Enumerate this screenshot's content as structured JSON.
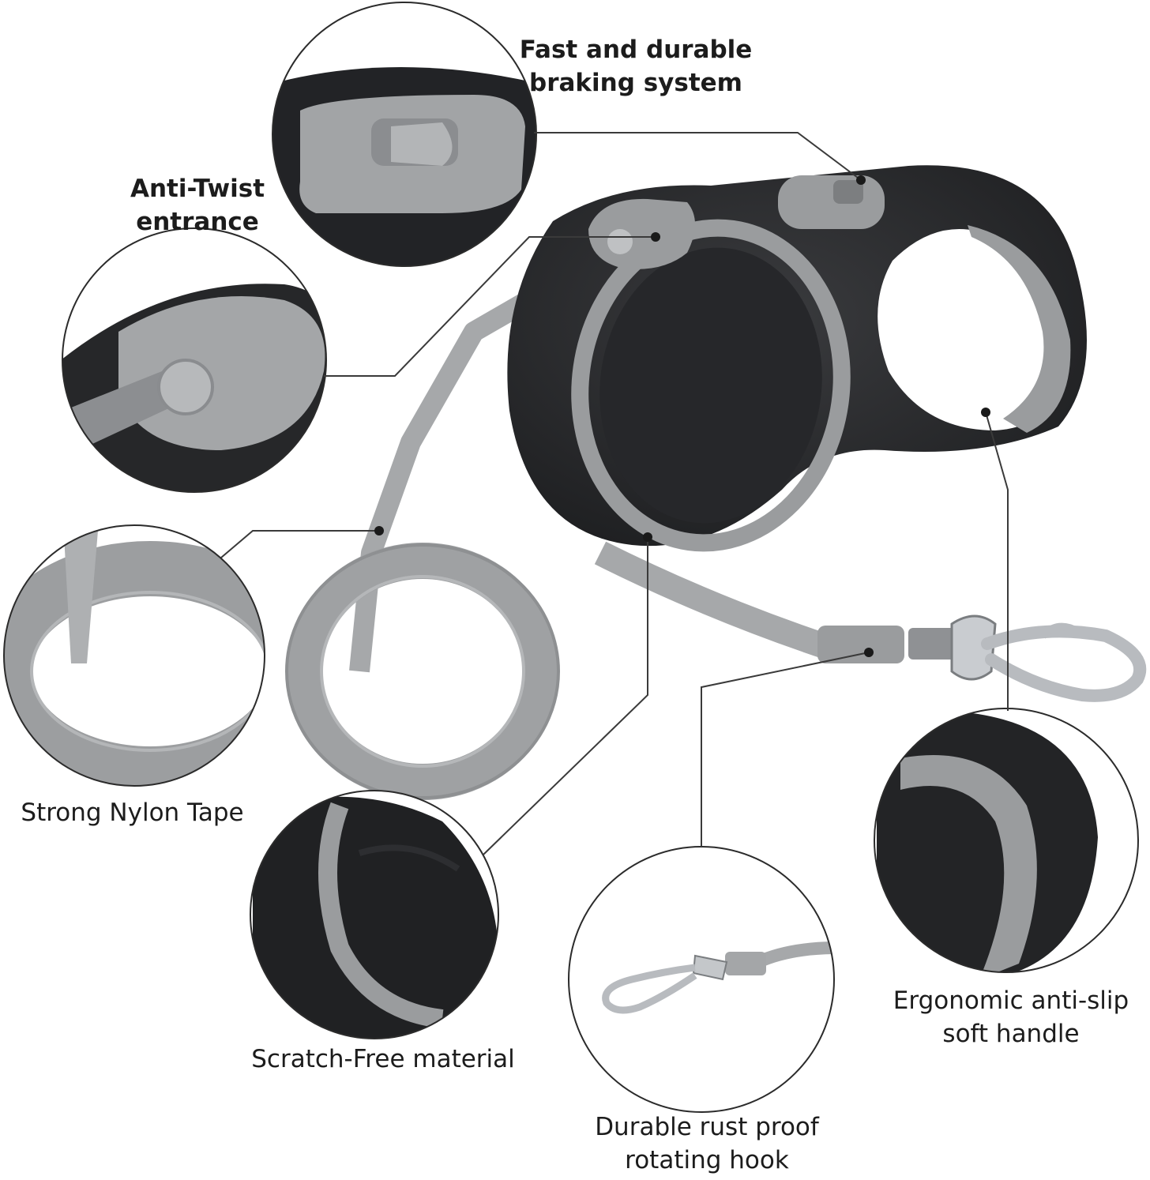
{
  "features": {
    "braking": {
      "line1": "Fast and durable",
      "line2": "braking system"
    },
    "anti_twist": {
      "line1": "Anti-Twist",
      "line2": "entrance"
    },
    "nylon_tape": {
      "line1": "Strong Nylon Tape"
    },
    "scratch_free": {
      "line1": "Scratch-Free material"
    },
    "hook": {
      "line1": "Durable rust proof",
      "line2": "rotating hook"
    },
    "handle": {
      "line1": "Ergonomic anti-slip",
      "line2": "soft handle"
    }
  },
  "colors": {
    "body_black": "#232426",
    "accent_gray": "#9a9c9e",
    "tape_gray": "#a6a8aa",
    "metal": "#c9ccd0",
    "callout_line": "#3a3a3a"
  }
}
